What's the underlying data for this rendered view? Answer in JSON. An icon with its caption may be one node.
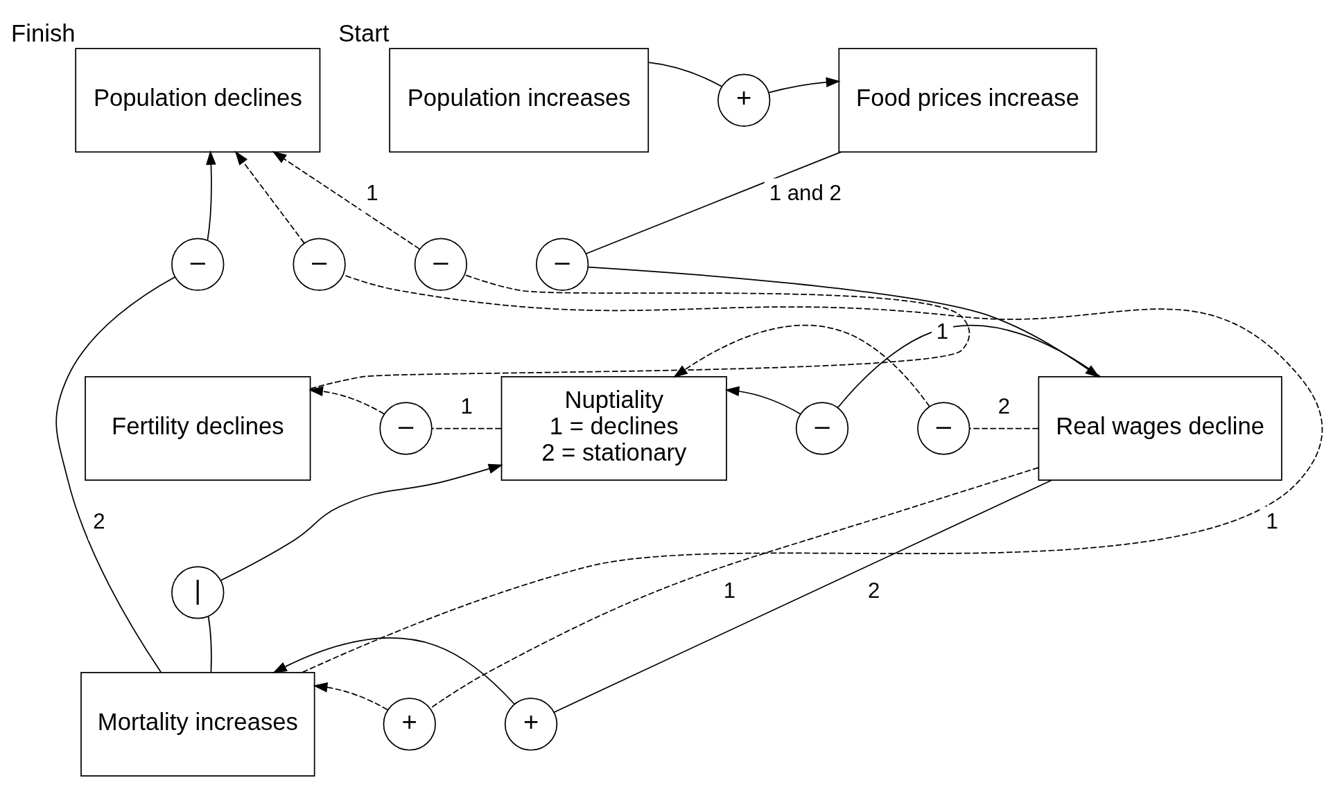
{
  "diagram": {
    "nodes": [
      {
        "text": [
          "Population declines"
        ],
        "beside": [
          "Finish"
        ]
      },
      {
        "text": [
          "Population increases"
        ],
        "beside": [
          "Start"
        ]
      },
      {
        "text": [
          "Food prices increase"
        ]
      },
      {
        "text": [
          "+"
        ]
      },
      {
        "text": [
          "–"
        ]
      },
      {
        "text": [
          "Real wages decline"
        ]
      },
      {
        "text": [
          "Nuptiality",
          "1 = declines",
          "2 = stationary"
        ]
      },
      {
        "text": [
          "–"
        ]
      },
      {
        "text": [
          "–"
        ]
      },
      {
        "text": [
          "Fertility declines"
        ]
      },
      {
        "text": [
          "–"
        ]
      },
      {
        "text": [
          "Mortality increases"
        ]
      },
      {
        "text": [
          "|"
        ]
      },
      {
        "text": [
          "+"
        ]
      },
      {
        "text": [
          "+"
        ]
      },
      {
        "text": [
          "–"
        ]
      },
      {
        "text": [
          "–"
        ]
      },
      {
        "text": [
          "–"
        ]
      }
    ],
    "edges": [
      {
        "from": 1,
        "to": 3,
        "arrow": "none"
      },
      {
        "from": 3,
        "to": 2,
        "arrow": "to"
      },
      {
        "from": 2,
        "to": 4,
        "arrow": "none",
        "label": "1 and 2"
      },
      {
        "from": 4,
        "to": 5,
        "arrow": "to"
      },
      {
        "from": 5,
        "to": 7,
        "arrow": "none",
        "label": "1"
      },
      {
        "from": 7,
        "to": 6,
        "arrow": "to"
      },
      {
        "from": 5,
        "to": 8,
        "arrow": "none",
        "label": "2",
        "style": "dashed"
      },
      {
        "from": 8,
        "to": 6,
        "arrow": "to",
        "style": "dashed"
      },
      {
        "from": 6,
        "to": 10,
        "arrow": "none",
        "label": "1",
        "style": "dashed"
      },
      {
        "from": 10,
        "to": 9,
        "arrow": "to",
        "style": "dashed"
      },
      {
        "from": 11,
        "to": 12,
        "arrow": "none"
      },
      {
        "from": 12,
        "to": 6,
        "arrow": "to"
      },
      {
        "from": 5,
        "to": 13,
        "arrow": "none",
        "label": "1",
        "style": "dashed"
      },
      {
        "from": 13,
        "to": 11,
        "arrow": "to",
        "style": "dashed"
      },
      {
        "from": 5,
        "to": 14,
        "arrow": "none",
        "label": "2"
      },
      {
        "from": 14,
        "to": 11,
        "arrow": "to"
      },
      {
        "from": 11,
        "to": 15,
        "arrow": "none",
        "label": "2"
      },
      {
        "from": 15,
        "to": 0,
        "arrow": "to"
      },
      {
        "from": 11,
        "to": 16,
        "arrow": "none",
        "label": "1",
        "style": "dashed"
      },
      {
        "from": 16,
        "to": 0,
        "arrow": "to",
        "style": "dashed"
      },
      {
        "from": 9,
        "to": 17,
        "arrow": "none",
        "style": "dashed"
      },
      {
        "from": 17,
        "to": 0,
        "arrow": "to",
        "label": "1",
        "style": "dashed"
      }
    ]
  }
}
